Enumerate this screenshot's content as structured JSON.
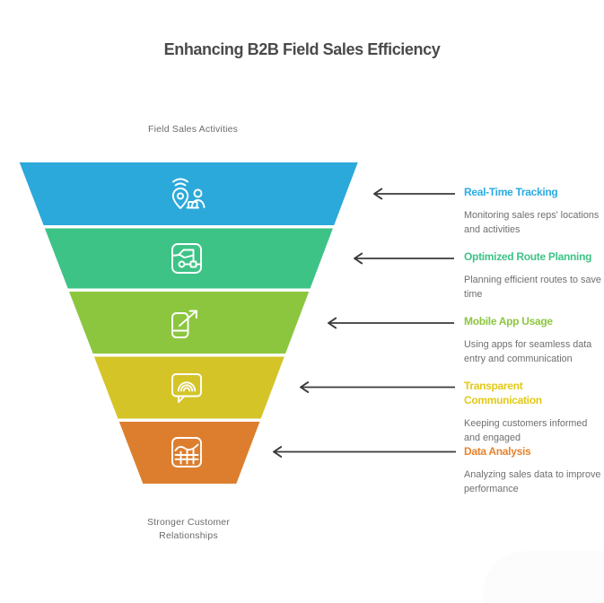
{
  "title": "Enhancing B2B Field Sales Efficiency",
  "funnel": {
    "top_label": "Field Sales Activities",
    "bottom_label": "Stronger Customer Relationships",
    "layers": [
      {
        "name": "Real-Time Tracking",
        "description": "Monitoring sales reps' locations and activities",
        "color": "#2CA9DB",
        "label_color": "#29ABE2",
        "icon": "location-tracking-icon"
      },
      {
        "name": "Optimized Route Planning",
        "description": "Planning efficient routes to save time",
        "color": "#3EC387",
        "label_color": "#3EC387",
        "icon": "route-map-icon"
      },
      {
        "name": "Mobile App Usage",
        "description": "Using apps for seamless data entry and communication",
        "color": "#8CC63F",
        "label_color": "#8CC63F",
        "icon": "mobile-phone-arrow-icon"
      },
      {
        "name": "Transparent Communication",
        "description": "Keeping customers informed and engaged",
        "color": "#D4C428",
        "label_color": "#E2C917",
        "icon": "chat-bubble-signal-icon"
      },
      {
        "name": "Data Analysis",
        "description": "Analyzing sales data to improve performance",
        "color": "#DD7E2E",
        "label_color": "#E8822D",
        "icon": "bar-chart-icon"
      }
    ]
  },
  "colors": {
    "background": "#FFFFFF",
    "title_text": "#4A4A4A",
    "secondary_text": "#6B6B6B",
    "description_text": "#6F6F6F",
    "arrow": "#3A3A3A",
    "icon_stroke": "#FFFFFF",
    "corner_shape": "#FCFCFC"
  }
}
